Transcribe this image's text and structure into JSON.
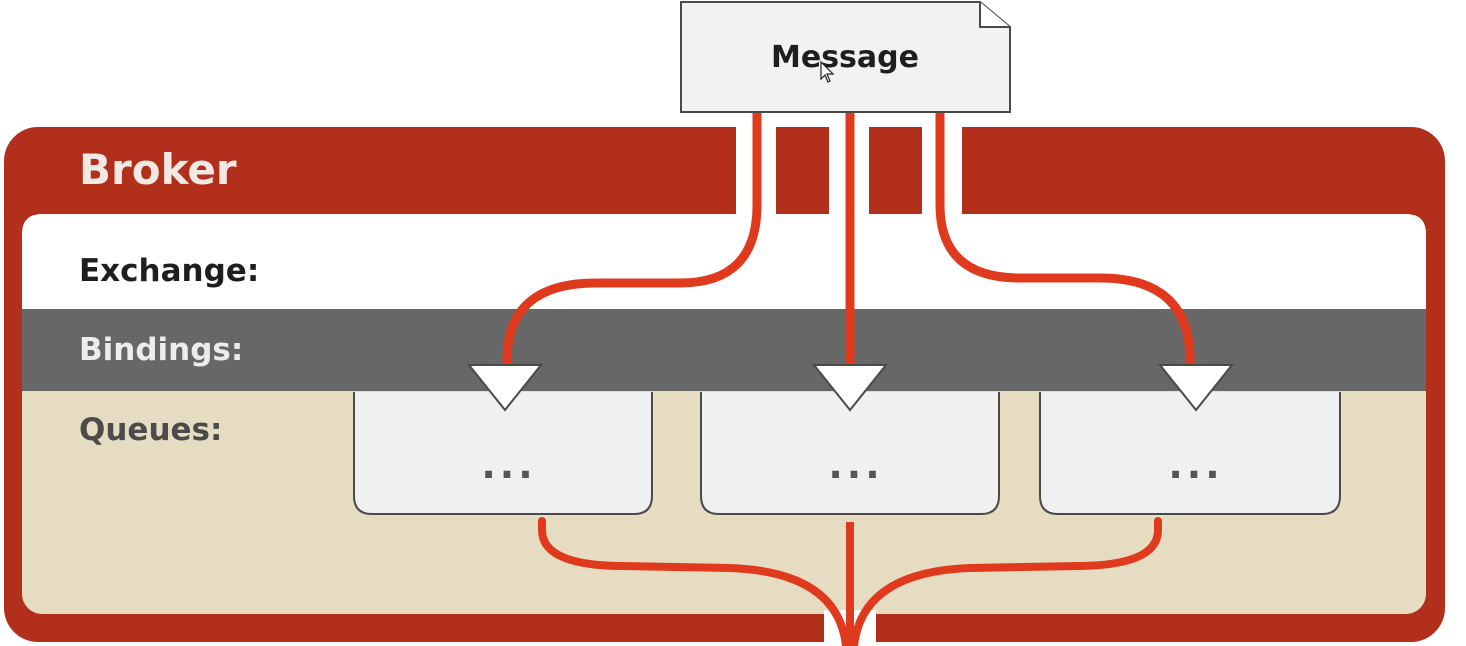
{
  "message": {
    "label": "Message"
  },
  "broker": {
    "title": "Broker",
    "rows": {
      "exchange": "Exchange:",
      "bindings": "Bindings:",
      "queues": "Queues:"
    },
    "queues": [
      {
        "label": "..."
      },
      {
        "label": "..."
      },
      {
        "label": "..."
      }
    ]
  },
  "colors": {
    "broker_red": "#b22f1b",
    "route_red": "#e03a1e",
    "exchange_bg": "#ffffff",
    "bindings_bg": "#676767",
    "queues_bg": "#e6dcc1",
    "box_fill": "#f0f0f0",
    "box_stroke": "#4a4a4a",
    "text_dark": "#1e1e1e",
    "text_light": "#f3e9e4",
    "text_queues": "#4b4b4b"
  }
}
